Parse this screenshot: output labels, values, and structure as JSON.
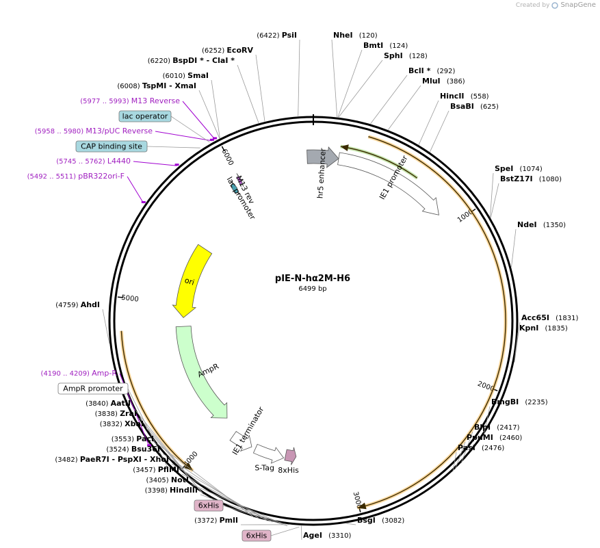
{
  "watermark": {
    "created_by": "Created by",
    "brand": "SnapGene"
  },
  "plasmid": {
    "name": "pIE-N-hα2M-H6",
    "size_label": "6499 bp",
    "total_bp": 6499
  },
  "ticks": [
    {
      "bp": 1000,
      "label": "1000"
    },
    {
      "bp": 2000,
      "label": "2000"
    },
    {
      "bp": 3000,
      "label": "3000"
    },
    {
      "bp": 4000,
      "label": "4000"
    },
    {
      "bp": 5000,
      "label": "5000"
    },
    {
      "bp": 6000,
      "label": "6000"
    }
  ],
  "enzymes_right": [
    {
      "name": "NheI",
      "pos": "(120)",
      "bp": 120
    },
    {
      "name": "BmtI",
      "pos": "(124)",
      "bp": 124
    },
    {
      "name": "SphI",
      "pos": "(128)",
      "bp": 128
    },
    {
      "name": "BclI *",
      "pos": "(292)",
      "bp": 292
    },
    {
      "name": "MluI",
      "pos": "(386)",
      "bp": 386
    },
    {
      "name": "HincII",
      "pos": "(558)",
      "bp": 558
    },
    {
      "name": "BsaBI",
      "pos": "(625)",
      "bp": 625
    },
    {
      "name": "SpeI",
      "pos": "(1074)",
      "bp": 1074
    },
    {
      "name": "BstZ17I",
      "pos": "(1080)",
      "bp": 1080
    },
    {
      "name": "NdeI",
      "pos": "(1350)",
      "bp": 1350
    },
    {
      "name": "Acc65I",
      "pos": "(1831)",
      "bp": 1831
    },
    {
      "name": "KpnI",
      "pos": "(1835)",
      "bp": 1835
    },
    {
      "name": "BmgBI",
      "pos": "(2235)",
      "bp": 2235
    },
    {
      "name": "BlpI",
      "pos": "(2417)",
      "bp": 2417
    },
    {
      "name": "PpuMI",
      "pos": "(2460)",
      "bp": 2460
    },
    {
      "name": "PasI",
      "pos": "(2476)",
      "bp": 2476
    },
    {
      "name": "BsgI",
      "pos": "(3082)",
      "bp": 3082
    },
    {
      "name": "AgeI",
      "pos": "(3310)",
      "bp": 3310
    }
  ],
  "enzymes_left": [
    {
      "name": "PsiI",
      "pos": "(6422)",
      "bp": 6422
    },
    {
      "name": "EcoRV",
      "pos": "(6252)",
      "bp": 6252
    },
    {
      "name": "BspDI * - ClaI *",
      "pos": "(6220)",
      "bp": 6220
    },
    {
      "name": "SmaI",
      "pos": "(6010)",
      "bp": 6010
    },
    {
      "name": "TspMI - XmaI",
      "pos": "(6008)",
      "bp": 6008
    },
    {
      "name": "AhdI",
      "pos": "(4759)",
      "bp": 4759
    },
    {
      "name": "AatII",
      "pos": "(3840)",
      "bp": 3840
    },
    {
      "name": "ZraI",
      "pos": "(3838)",
      "bp": 3838
    },
    {
      "name": "XbaI",
      "pos": "(3832)",
      "bp": 3832
    },
    {
      "name": "PacI",
      "pos": "(3553)",
      "bp": 3553
    },
    {
      "name": "Bsu36I",
      "pos": "(3524)",
      "bp": 3524
    },
    {
      "name": "PaeR7I - PspXI - XhoI",
      "pos": "(3482)",
      "bp": 3482
    },
    {
      "name": "PflMI",
      "pos": "(3457)",
      "bp": 3457
    },
    {
      "name": "NotI",
      "pos": "(3405)",
      "bp": 3405
    },
    {
      "name": "HindIII",
      "pos": "(3398)",
      "bp": 3398
    },
    {
      "name": "PmlI",
      "pos": "(3372)",
      "bp": 3372
    }
  ],
  "primers": [
    {
      "range": "(5977 .. 5993)",
      "name": "M13 Reverse",
      "bp": 5985
    },
    {
      "range": "(5958 .. 5980)",
      "name": "M13/pUC Reverse",
      "bp": 5969
    },
    {
      "range": "(5745 .. 5762)",
      "name": "L4440",
      "bp": 5753
    },
    {
      "range": "(5492 .. 5511)",
      "name": "pBR322ori-F",
      "bp": 5501
    },
    {
      "range": "(4190 .. 4209)",
      "name": "Amp-R",
      "bp": 4199
    }
  ],
  "boxed_labels": [
    {
      "text": "lac operator",
      "bp": 5955,
      "color": "#a8d8e0"
    },
    {
      "text": "CAP binding site",
      "bp": 5900,
      "color": "#a8d8e0"
    },
    {
      "text": "AmpR promoter",
      "bp": 4060,
      "color": "#ffffff"
    },
    {
      "text": "6xHis",
      "bp": 3380,
      "color": "#e0b4c8"
    },
    {
      "text": "6xHis",
      "bp": 3320,
      "color": "#e0b4c8"
    }
  ],
  "features": [
    {
      "name": "IE1 promoter",
      "start": 160,
      "end": 900,
      "color": "#ffffff"
    },
    {
      "name": "hr5 enhancer",
      "start": 6460,
      "end": 160,
      "color": "#a4a9b0"
    },
    {
      "name": "lac promoter",
      "start": 5930,
      "end": 5960,
      "color": "#4aa1b0"
    },
    {
      "name": "M13 rev",
      "start": 5990,
      "end": 6010,
      "color": "#b05cc8"
    },
    {
      "name": "ori",
      "start": 4900,
      "end": 5480,
      "color": "#ffff00"
    },
    {
      "name": "AmpR",
      "start": 4000,
      "end": 4830,
      "color": "#ccffcc"
    },
    {
      "name": "IE1 terminator",
      "start": 3720,
      "end": 3880,
      "color": "#ffffff"
    },
    {
      "name": "S-Tag",
      "start": 3470,
      "end": 3690,
      "color": "#ffffff"
    },
    {
      "name": "8xHis",
      "start": 3380,
      "end": 3460,
      "color": "#c896b4"
    }
  ],
  "orfs": [
    {
      "start": 300,
      "end": 3010,
      "color": "#f5a623"
    },
    {
      "start": 3950,
      "end": 4820,
      "color": "#f5a623"
    },
    {
      "start": 160,
      "end": 650,
      "color": "#7ac142"
    }
  ]
}
